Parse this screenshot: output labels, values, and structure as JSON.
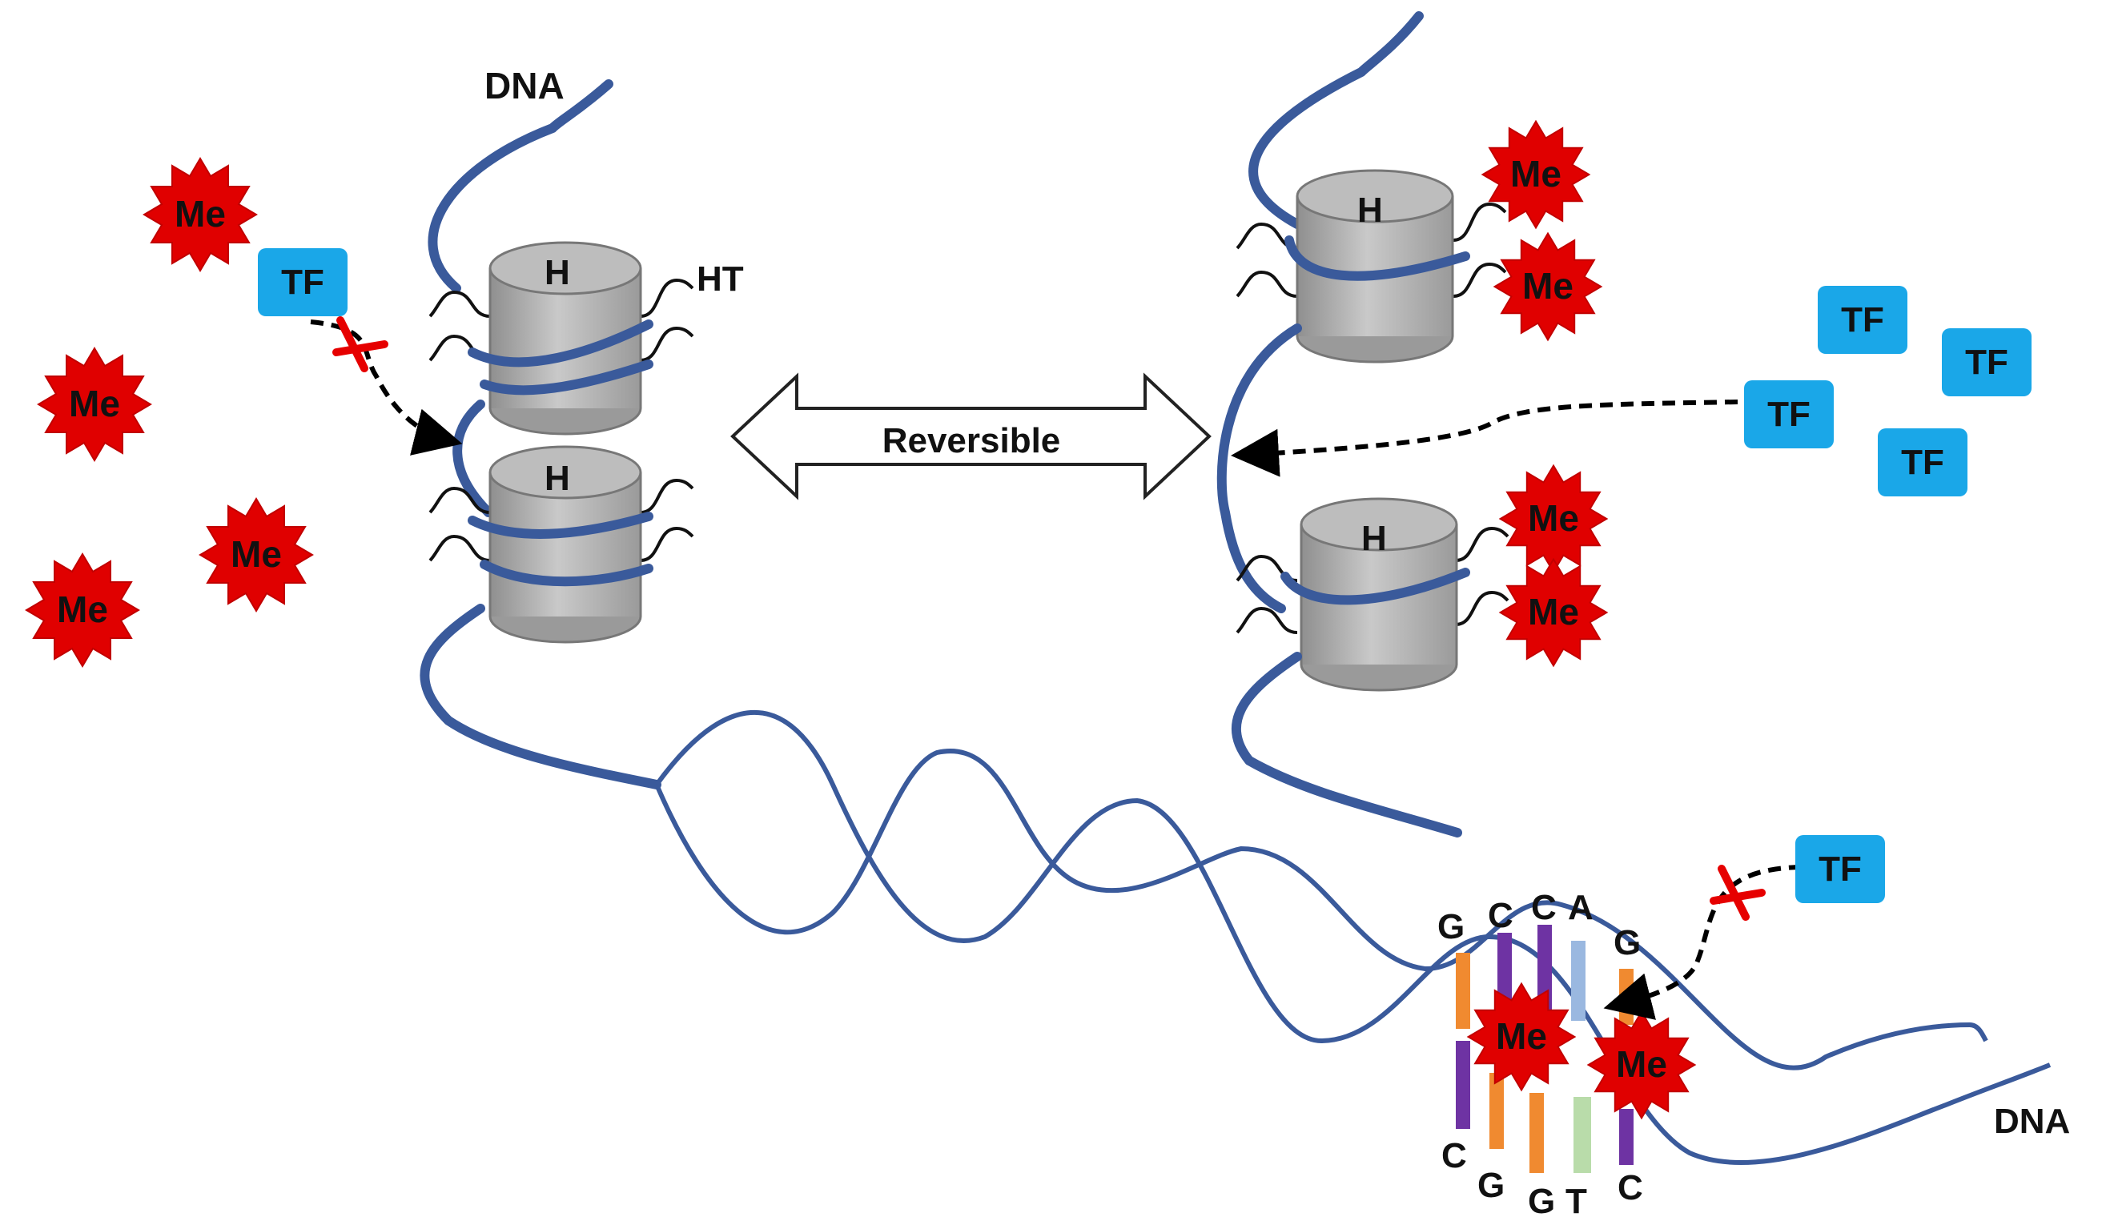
{
  "labels": {
    "dna_top": "DNA",
    "dna_bottom": "DNA",
    "histone": "H",
    "histone_tail": "HT",
    "reversible": "Reversible",
    "methyl": "Me",
    "transcription_factor": "TF"
  },
  "bases": {
    "top": [
      "G",
      "C",
      "C",
      "A",
      "G"
    ],
    "bottom": [
      "C",
      "G",
      "G",
      "T",
      "C"
    ]
  },
  "colors": {
    "dna": "#3a5a9b",
    "histone": "#b4b4b4",
    "methyl": "#e00000",
    "tf": "#1aa7e8",
    "block": "#e60000",
    "base_orange": "#f08a30",
    "base_purple": "#6e33a3",
    "base_lightblue": "#9ab8e0",
    "base_lightgreen": "#b9dcaa"
  }
}
